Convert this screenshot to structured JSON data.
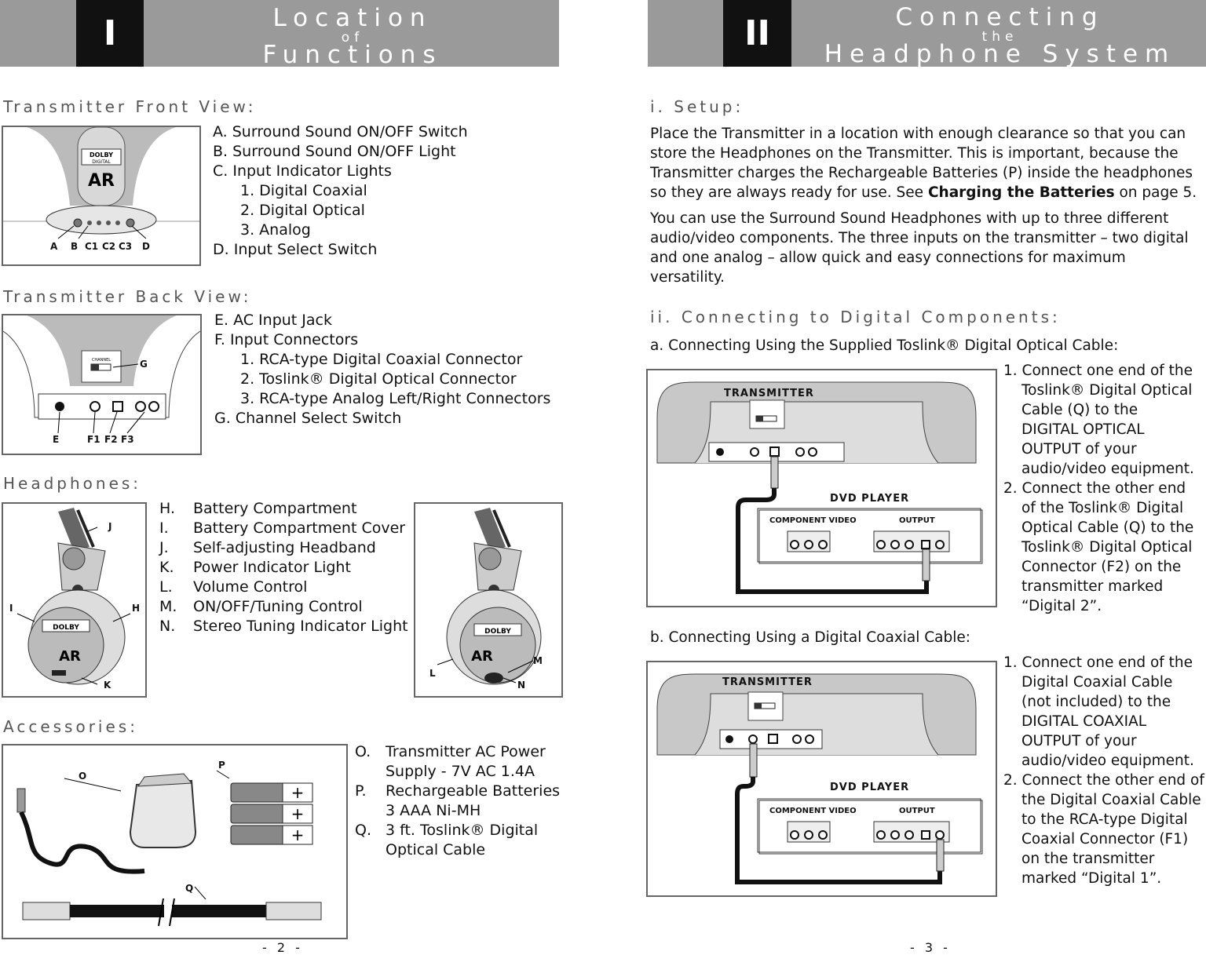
{
  "left": {
    "section_number": "I",
    "title_line1": "Location",
    "title_line2": "of",
    "title_line3": "Functions",
    "front_heading": "Transmitter Front View:",
    "front_items": [
      "A.  Surround Sound ON/OFF Switch",
      "B.  Surround Sound ON/OFF Light",
      "C.  Input Indicator Lights",
      "1. Digital Coaxial",
      "2. Digital Optical",
      "3. Analog",
      "D.  Input Select Switch"
    ],
    "front_labels": [
      "A",
      "B",
      "C1",
      "C2",
      "C3",
      "D"
    ],
    "back_heading": "Transmitter Back View:",
    "back_items": [
      "E.  AC Input Jack",
      "F.  Input Connectors",
      "1. RCA-type Digital Coaxial Connector",
      "2. Toslink® Digital Optical Connector",
      "3. RCA-type Analog Left/Right Connectors",
      "G.  Channel Select Switch"
    ],
    "back_labels": [
      "E",
      "F1",
      "F2",
      "F3",
      "G"
    ],
    "headphones_heading": "Headphones:",
    "headphone_items": [
      "H.",
      "Battery Compartment",
      "I.",
      "Battery Compartment Cover",
      "J.",
      "Self-adjusting Headband",
      "K.",
      "Power Indicator Light",
      "L.",
      "Volume Control",
      "M.",
      "ON/OFF/Tuning Control",
      "N.",
      "Stereo Tuning Indicator Light"
    ],
    "headphone_labels": [
      "J",
      "I",
      "H",
      "K",
      "L",
      "M",
      "N"
    ],
    "accessories_heading": "Accessories:",
    "accessory_items": [
      "O.",
      "Transmitter AC Power",
      "Supply - 7V AC 1.4A",
      "P.",
      "Rechargeable Batteries",
      "3 AAA Ni-MH",
      "Q.",
      "3 ft. Toslink® Digital",
      "Optical Cable"
    ],
    "accessory_labels": [
      "O",
      "P",
      "Q"
    ],
    "page_number": "- 2 -"
  },
  "right": {
    "section_number": "II",
    "title_line1": "Connecting",
    "title_line2": "the",
    "title_line3": "Headphone System",
    "setup_heading": "i.  Setup:",
    "setup_p1_a": "Place the Transmitter in a location with enough clearance so that you can store the Headphones on the Transmitter. This is important, because the Transmitter charges the Rechargeable Batteries (P) inside the headphones so they are always ready for use. See ",
    "setup_p1_bold": "Charging the Batteries",
    "setup_p1_b": " on page 5.",
    "setup_p2": "You can use the Surround Sound Headphones with up to three different audio/video components. The three inputs on the transmitter – two digital and one analog – allow quick and easy connections for maximum versatility.",
    "digital_heading": "ii.  Connecting to Digital Components:",
    "sub_a": "a. Connecting Using the Supplied Toslink® Digital Optical Cable:",
    "steps_a": [
      "1. Connect one end of the",
      "Toslink® Digital Optical",
      "Cable (Q) to the",
      "DIGITAL OPTICAL",
      "OUTPUT of your",
      "audio/video equipment.",
      "2. Connect the other end",
      "of the Toslink® Digital",
      "Optical Cable (Q) to the",
      "Toslink® Digital Optical",
      "Connector (F2) on the",
      "transmitter marked",
      "“Digital 2”."
    ],
    "sub_b": "b. Connecting Using a Digital Coaxial Cable:",
    "steps_b": [
      "1. Connect one end of the",
      "Digital Coaxial Cable",
      "(not included) to the",
      "DIGITAL COAXIAL",
      "OUTPUT of your",
      "audio/video equipment.",
      "2. Connect the other end of",
      "the Digital Coaxial Cable",
      "to the RCA-type Digital",
      "Coaxial Connector (F1)",
      "on the transmitter",
      "marked “Digital 1”."
    ],
    "diagram_transmitter": "TRANSMITTER",
    "diagram_player": "DVD PLAYER",
    "diagram_component_video": "COMPONENT VIDEO",
    "diagram_output": "OUTPUT",
    "page_number": "- 3 -"
  }
}
